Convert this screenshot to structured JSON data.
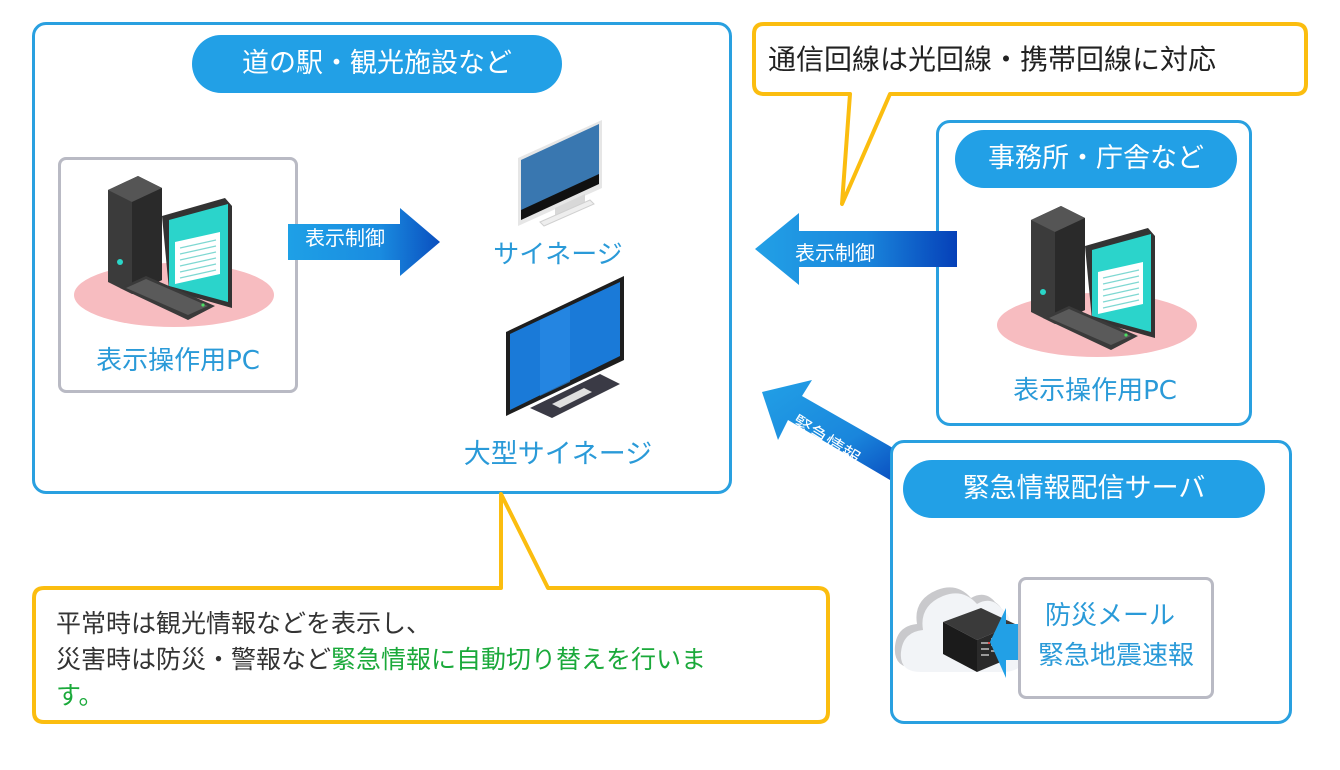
{
  "facility_box": {
    "title": "道の駅・観光施設など",
    "pc_label": "表示操作用PC",
    "arrow_label": "表示制御",
    "signage_label": "サイネージ",
    "large_signage_label": "大型サイネージ"
  },
  "line_callout": {
    "text": "通信回線は光回線・携帯回線に対応"
  },
  "office_box": {
    "title": "事務所・庁舎など",
    "pc_label": "表示操作用PC",
    "arrow_label": "表示制御"
  },
  "emergency_arrow": {
    "label": "緊急情報"
  },
  "server_box": {
    "title": "緊急情報配信サーバ",
    "source_line1": "防災メール",
    "source_line2": "緊急地震速報"
  },
  "bottom_callout": {
    "line1": "平常時は観光情報などを表示し、",
    "line2_prefix": "災害時は防災・警報など",
    "line2_highlight": "緊急情報に自動切り替えを行いま",
    "line3_highlight": "す。"
  },
  "colors": {
    "accent_blue": "#22a0e6",
    "border_blue": "#29a0e0",
    "callout_yellow": "#fbbd0f",
    "highlight_green": "#1aa93a",
    "pc_floor_pink": "#f7bcc0"
  }
}
